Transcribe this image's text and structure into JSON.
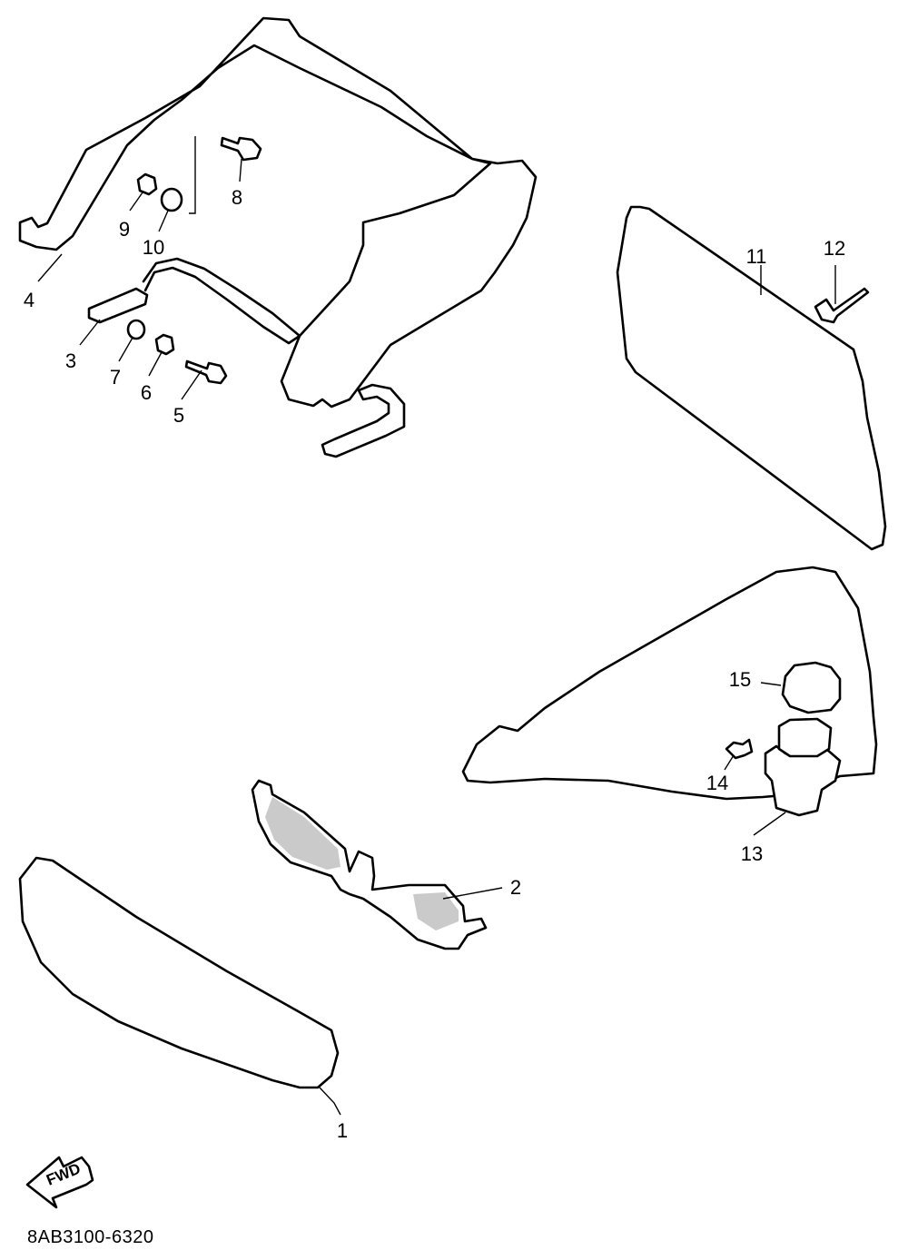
{
  "diagram": {
    "code": "8AB3100-6320",
    "fwd_label": "FWD",
    "callouts": [
      {
        "id": "c1",
        "text": "1"
      },
      {
        "id": "c2",
        "text": "2"
      },
      {
        "id": "c3",
        "text": "3"
      },
      {
        "id": "c4",
        "text": "4"
      },
      {
        "id": "c5",
        "text": "5"
      },
      {
        "id": "c6",
        "text": "6"
      },
      {
        "id": "c7",
        "text": "7"
      },
      {
        "id": "c8",
        "text": "8"
      },
      {
        "id": "c9",
        "text": "9"
      },
      {
        "id": "c10",
        "text": "10"
      },
      {
        "id": "c11",
        "text": "11"
      },
      {
        "id": "c12",
        "text": "12"
      },
      {
        "id": "c13",
        "text": "13"
      },
      {
        "id": "c14",
        "text": "14"
      },
      {
        "id": "c15",
        "text": "15"
      }
    ]
  },
  "colors": {
    "line": "#000000",
    "background": "#ffffff"
  }
}
